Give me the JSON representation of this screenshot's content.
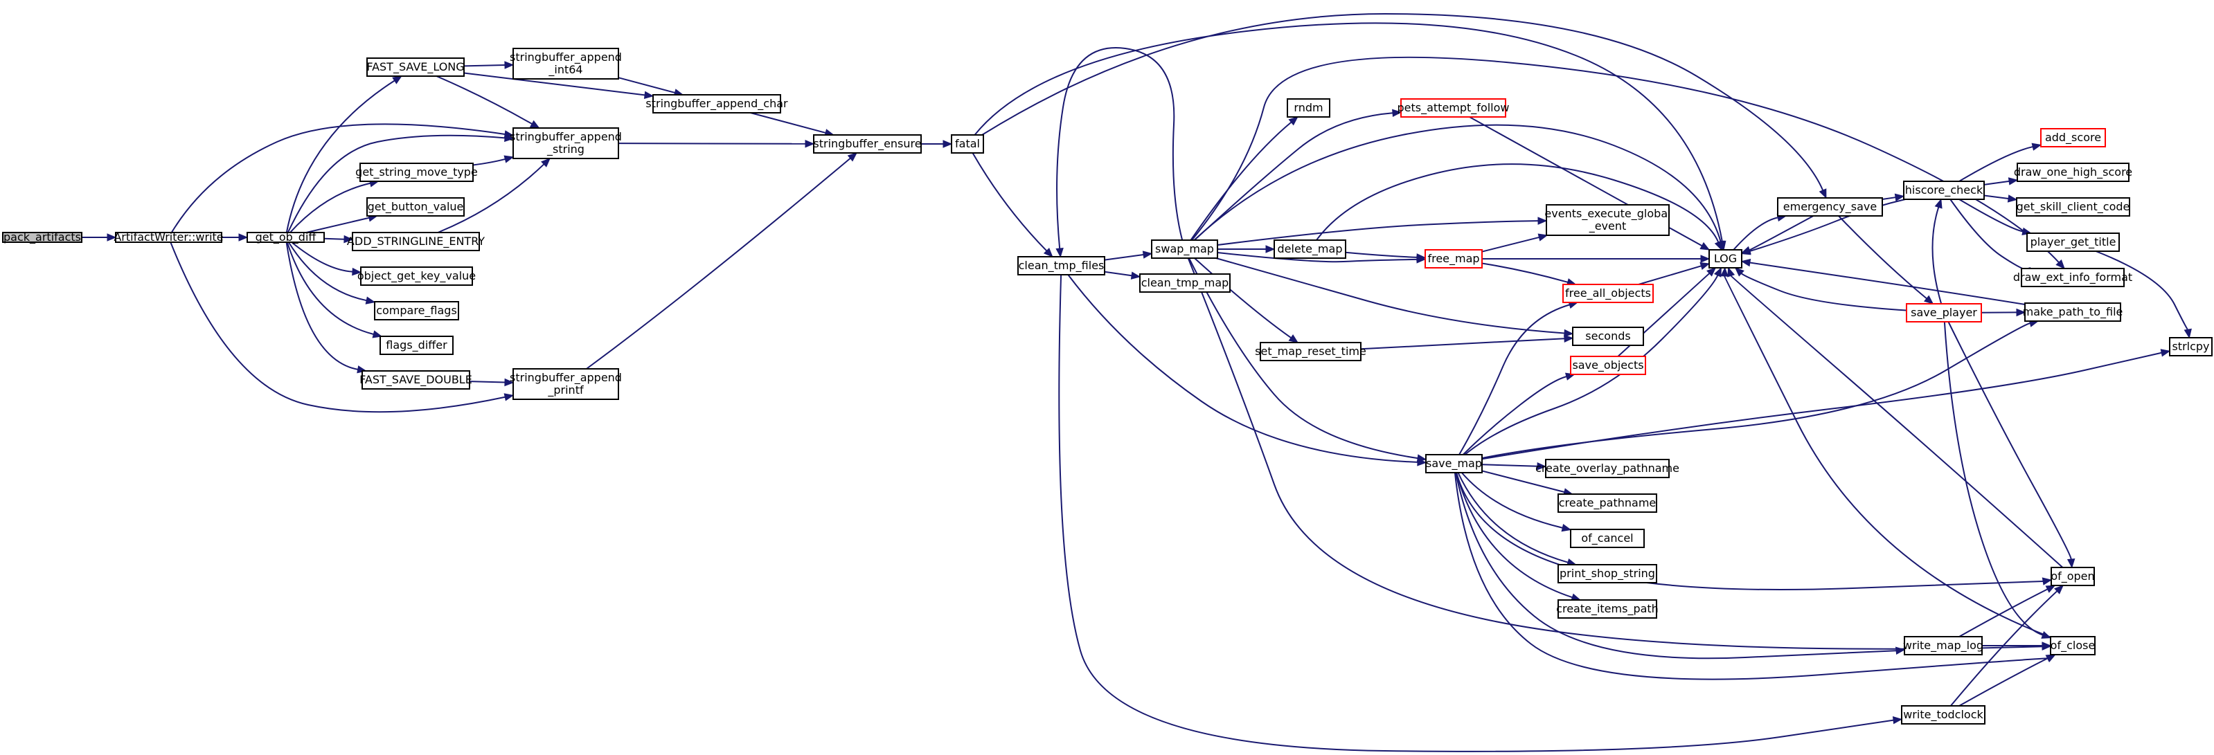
{
  "graph": {
    "edge_color": "#191970",
    "truncated_border_color": "#ff0000",
    "current_node_fill": "#bfbfbf",
    "nodes": [
      {
        "id": "pack_artifacts",
        "lines": [
          "pack_artifacts"
        ],
        "style": "current"
      },
      {
        "id": "ArtifactWriter_write",
        "lines": [
          "ArtifactWriter::write"
        ],
        "style": "normal"
      },
      {
        "id": "get_ob_diff",
        "lines": [
          "get_ob_diff"
        ],
        "style": "normal"
      },
      {
        "id": "FAST_SAVE_LONG",
        "lines": [
          "FAST_SAVE_LONG"
        ],
        "style": "normal"
      },
      {
        "id": "sb_append_int64",
        "lines": [
          "stringbuffer_append",
          "_int64"
        ],
        "style": "normal"
      },
      {
        "id": "sb_append_string",
        "lines": [
          "stringbuffer_append",
          "_string"
        ],
        "style": "normal"
      },
      {
        "id": "sb_append_char",
        "lines": [
          "stringbuffer_append_char"
        ],
        "style": "normal"
      },
      {
        "id": "get_string_move_type",
        "lines": [
          "get_string_move_type"
        ],
        "style": "normal"
      },
      {
        "id": "get_button_value",
        "lines": [
          "get_button_value"
        ],
        "style": "normal"
      },
      {
        "id": "ADD_STRINGLINE_ENTRY",
        "lines": [
          "ADD_STRINGLINE_ENTRY"
        ],
        "style": "normal"
      },
      {
        "id": "object_get_key_value",
        "lines": [
          "object_get_key_value"
        ],
        "style": "normal"
      },
      {
        "id": "compare_flags",
        "lines": [
          "compare_flags"
        ],
        "style": "normal"
      },
      {
        "id": "flags_differ",
        "lines": [
          "flags_differ"
        ],
        "style": "normal"
      },
      {
        "id": "FAST_SAVE_DOUBLE",
        "lines": [
          "FAST_SAVE_DOUBLE"
        ],
        "style": "normal"
      },
      {
        "id": "sb_append_printf",
        "lines": [
          "stringbuffer_append",
          "_printf"
        ],
        "style": "normal"
      },
      {
        "id": "sb_ensure",
        "lines": [
          "stringbuffer_ensure"
        ],
        "style": "normal"
      },
      {
        "id": "fatal",
        "lines": [
          "fatal"
        ],
        "style": "normal"
      },
      {
        "id": "clean_tmp_files",
        "lines": [
          "clean_tmp_files"
        ],
        "style": "normal"
      },
      {
        "id": "swap_map",
        "lines": [
          "swap_map"
        ],
        "style": "normal"
      },
      {
        "id": "clean_tmp_map",
        "lines": [
          "clean_tmp_map"
        ],
        "style": "normal"
      },
      {
        "id": "rndm",
        "lines": [
          "rndm"
        ],
        "style": "normal"
      },
      {
        "id": "pets_attempt_follow",
        "lines": [
          "pets_attempt_follow"
        ],
        "style": "truncated"
      },
      {
        "id": "delete_map",
        "lines": [
          "delete_map"
        ],
        "style": "normal"
      },
      {
        "id": "events_execute_global_event",
        "lines": [
          "events_execute_global",
          "_event"
        ],
        "style": "normal"
      },
      {
        "id": "free_map",
        "lines": [
          "free_map"
        ],
        "style": "truncated"
      },
      {
        "id": "free_all_objects",
        "lines": [
          "free_all_objects"
        ],
        "style": "truncated"
      },
      {
        "id": "seconds",
        "lines": [
          "seconds"
        ],
        "style": "normal"
      },
      {
        "id": "set_map_reset_time",
        "lines": [
          "set_map_reset_time"
        ],
        "style": "normal"
      },
      {
        "id": "save_objects",
        "lines": [
          "save_objects"
        ],
        "style": "truncated"
      },
      {
        "id": "save_map",
        "lines": [
          "save_map"
        ],
        "style": "normal"
      },
      {
        "id": "create_overlay_pathname",
        "lines": [
          "create_overlay_pathname"
        ],
        "style": "normal"
      },
      {
        "id": "create_pathname",
        "lines": [
          "create_pathname"
        ],
        "style": "normal"
      },
      {
        "id": "of_cancel",
        "lines": [
          "of_cancel"
        ],
        "style": "normal"
      },
      {
        "id": "print_shop_string",
        "lines": [
          "print_shop_string"
        ],
        "style": "normal"
      },
      {
        "id": "create_items_path",
        "lines": [
          "create_items_path"
        ],
        "style": "normal"
      },
      {
        "id": "LOG",
        "lines": [
          "LOG"
        ],
        "style": "normal"
      },
      {
        "id": "emergency_save",
        "lines": [
          "emergency_save"
        ],
        "style": "normal"
      },
      {
        "id": "save_player",
        "lines": [
          "save_player"
        ],
        "style": "truncated"
      },
      {
        "id": "hiscore_check",
        "lines": [
          "hiscore_check"
        ],
        "style": "normal"
      },
      {
        "id": "add_score",
        "lines": [
          "add_score"
        ],
        "style": "truncated"
      },
      {
        "id": "draw_one_high_score",
        "lines": [
          "draw_one_high_score"
        ],
        "style": "normal"
      },
      {
        "id": "get_skill_client_code",
        "lines": [
          "get_skill_client_code"
        ],
        "style": "normal"
      },
      {
        "id": "player_get_title",
        "lines": [
          "player_get_title"
        ],
        "style": "normal"
      },
      {
        "id": "draw_ext_info_format",
        "lines": [
          "draw_ext_info_format"
        ],
        "style": "normal"
      },
      {
        "id": "make_path_to_file",
        "lines": [
          "make_path_to_file"
        ],
        "style": "normal"
      },
      {
        "id": "strlcpy",
        "lines": [
          "strlcpy"
        ],
        "style": "normal"
      },
      {
        "id": "of_open",
        "lines": [
          "of_open"
        ],
        "style": "normal"
      },
      {
        "id": "of_close",
        "lines": [
          "of_close"
        ],
        "style": "normal"
      },
      {
        "id": "write_map_log",
        "lines": [
          "write_map_log"
        ],
        "style": "normal"
      },
      {
        "id": "write_todclock",
        "lines": [
          "write_todclock"
        ],
        "style": "normal"
      }
    ],
    "edges": [
      [
        "pack_artifacts",
        "ArtifactWriter_write"
      ],
      [
        "ArtifactWriter_write",
        "get_ob_diff"
      ],
      [
        "ArtifactWriter_write",
        "sb_append_string"
      ],
      [
        "ArtifactWriter_write",
        "sb_append_printf"
      ],
      [
        "get_ob_diff",
        "FAST_SAVE_LONG"
      ],
      [
        "get_ob_diff",
        "sb_append_string"
      ],
      [
        "get_ob_diff",
        "get_string_move_type"
      ],
      [
        "get_ob_diff",
        "get_button_value"
      ],
      [
        "get_ob_diff",
        "ADD_STRINGLINE_ENTRY"
      ],
      [
        "get_ob_diff",
        "object_get_key_value"
      ],
      [
        "get_ob_diff",
        "compare_flags"
      ],
      [
        "get_ob_diff",
        "flags_differ"
      ],
      [
        "get_ob_diff",
        "FAST_SAVE_DOUBLE"
      ],
      [
        "FAST_SAVE_LONG",
        "sb_append_int64"
      ],
      [
        "FAST_SAVE_LONG",
        "sb_append_string"
      ],
      [
        "FAST_SAVE_LONG",
        "sb_append_char"
      ],
      [
        "sb_append_int64",
        "sb_append_char"
      ],
      [
        "get_string_move_type",
        "sb_append_string"
      ],
      [
        "ADD_STRINGLINE_ENTRY",
        "sb_append_string"
      ],
      [
        "FAST_SAVE_DOUBLE",
        "sb_append_printf"
      ],
      [
        "sb_append_string",
        "sb_ensure"
      ],
      [
        "sb_append_char",
        "sb_ensure"
      ],
      [
        "sb_append_printf",
        "sb_ensure"
      ],
      [
        "sb_ensure",
        "fatal"
      ],
      [
        "fatal",
        "clean_tmp_files"
      ],
      [
        "fatal",
        "emergency_save"
      ],
      [
        "fatal",
        "LOG"
      ],
      [
        "clean_tmp_files",
        "swap_map"
      ],
      [
        "clean_tmp_files",
        "clean_tmp_map"
      ],
      [
        "clean_tmp_files",
        "save_map"
      ],
      [
        "clean_tmp_files",
        "write_todclock"
      ],
      [
        "swap_map",
        "clean_tmp_files"
      ],
      [
        "swap_map",
        "rndm"
      ],
      [
        "swap_map",
        "pets_attempt_follow"
      ],
      [
        "swap_map",
        "LOG"
      ],
      [
        "swap_map",
        "events_execute_global_event"
      ],
      [
        "swap_map",
        "delete_map"
      ],
      [
        "swap_map",
        "free_map"
      ],
      [
        "swap_map",
        "seconds"
      ],
      [
        "swap_map",
        "set_map_reset_time"
      ],
      [
        "swap_map",
        "save_map"
      ],
      [
        "swap_map",
        "draw_ext_info_format"
      ],
      [
        "swap_map",
        "of_close"
      ],
      [
        "pets_attempt_follow",
        "LOG"
      ],
      [
        "delete_map",
        "LOG"
      ],
      [
        "delete_map",
        "free_map"
      ],
      [
        "free_map",
        "events_execute_global_event"
      ],
      [
        "free_map",
        "LOG"
      ],
      [
        "free_map",
        "free_all_objects"
      ],
      [
        "free_all_objects",
        "LOG"
      ],
      [
        "set_map_reset_time",
        "seconds"
      ],
      [
        "save_objects",
        "LOG"
      ],
      [
        "save_map",
        "free_all_objects"
      ],
      [
        "save_map",
        "save_objects"
      ],
      [
        "save_map",
        "LOG"
      ],
      [
        "save_map",
        "make_path_to_file"
      ],
      [
        "save_map",
        "strlcpy"
      ],
      [
        "save_map",
        "create_overlay_pathname"
      ],
      [
        "save_map",
        "create_pathname"
      ],
      [
        "save_map",
        "of_cancel"
      ],
      [
        "save_map",
        "print_shop_string"
      ],
      [
        "save_map",
        "create_items_path"
      ],
      [
        "save_map",
        "of_open"
      ],
      [
        "save_map",
        "write_map_log"
      ],
      [
        "save_map",
        "of_close"
      ],
      [
        "LOG",
        "emergency_save"
      ],
      [
        "emergency_save",
        "LOG"
      ],
      [
        "emergency_save",
        "hiscore_check"
      ],
      [
        "emergency_save",
        "save_player"
      ],
      [
        "save_player",
        "LOG"
      ],
      [
        "save_player",
        "hiscore_check"
      ],
      [
        "save_player",
        "make_path_to_file"
      ],
      [
        "save_player",
        "of_open"
      ],
      [
        "save_player",
        "of_close"
      ],
      [
        "hiscore_check",
        "LOG"
      ],
      [
        "hiscore_check",
        "add_score"
      ],
      [
        "hiscore_check",
        "draw_one_high_score"
      ],
      [
        "hiscore_check",
        "get_skill_client_code"
      ],
      [
        "hiscore_check",
        "player_get_title"
      ],
      [
        "hiscore_check",
        "draw_ext_info_format"
      ],
      [
        "player_get_title",
        "strlcpy"
      ],
      [
        "make_path_to_file",
        "LOG"
      ],
      [
        "of_open",
        "LOG"
      ],
      [
        "of_close",
        "LOG"
      ],
      [
        "write_map_log",
        "of_open"
      ],
      [
        "write_map_log",
        "of_close"
      ],
      [
        "write_todclock",
        "of_open"
      ],
      [
        "write_todclock",
        "of_close"
      ]
    ]
  }
}
